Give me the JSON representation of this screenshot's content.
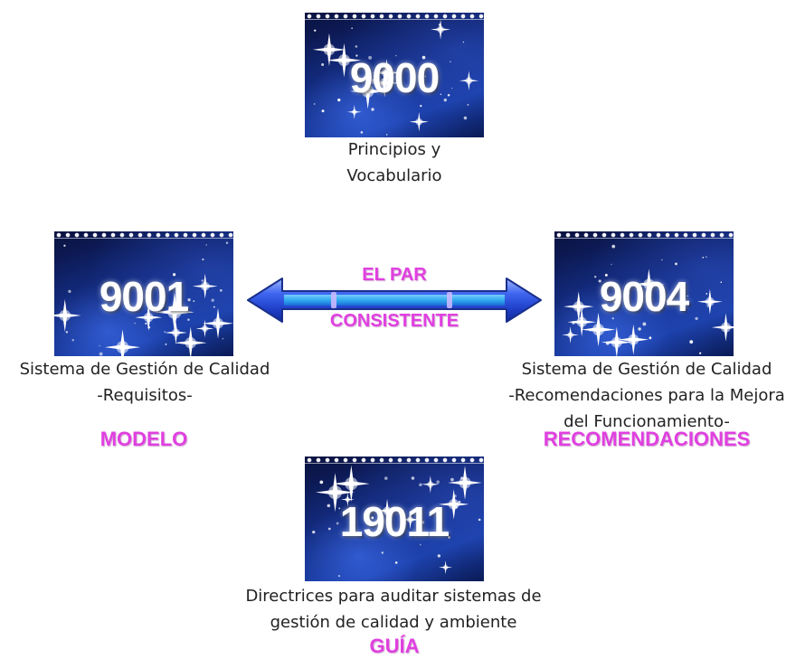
{
  "nodes": {
    "top": {
      "number": "9000",
      "caption_lines": [
        "Principios y",
        "Vocabulario"
      ]
    },
    "left": {
      "number": "9001",
      "caption_lines": [
        "Sistema de Gestión de Calidad",
        "-Requisitos-"
      ],
      "tag": "MODELO"
    },
    "right": {
      "number": "9004",
      "caption_lines": [
        "Sistema de Gestión de Calidad",
        "-Recomendaciones para la Mejora",
        "del Funcionamiento-"
      ],
      "tag": "RECOMENDACIONES"
    },
    "bottom": {
      "number": "19011",
      "caption_lines": [
        "Directrices para auditar sistemas de",
        "gestión de calidad y ambiente"
      ],
      "tag": "GUÍA"
    }
  },
  "connector": {
    "label_top": "EL PAR",
    "label_bottom": "CONSISTENTE"
  },
  "colors": {
    "tag": "#e040e0",
    "arrow": "#2a4fd8",
    "tile_dark": "#0a1240",
    "tile_light": "#1b3fa8"
  }
}
